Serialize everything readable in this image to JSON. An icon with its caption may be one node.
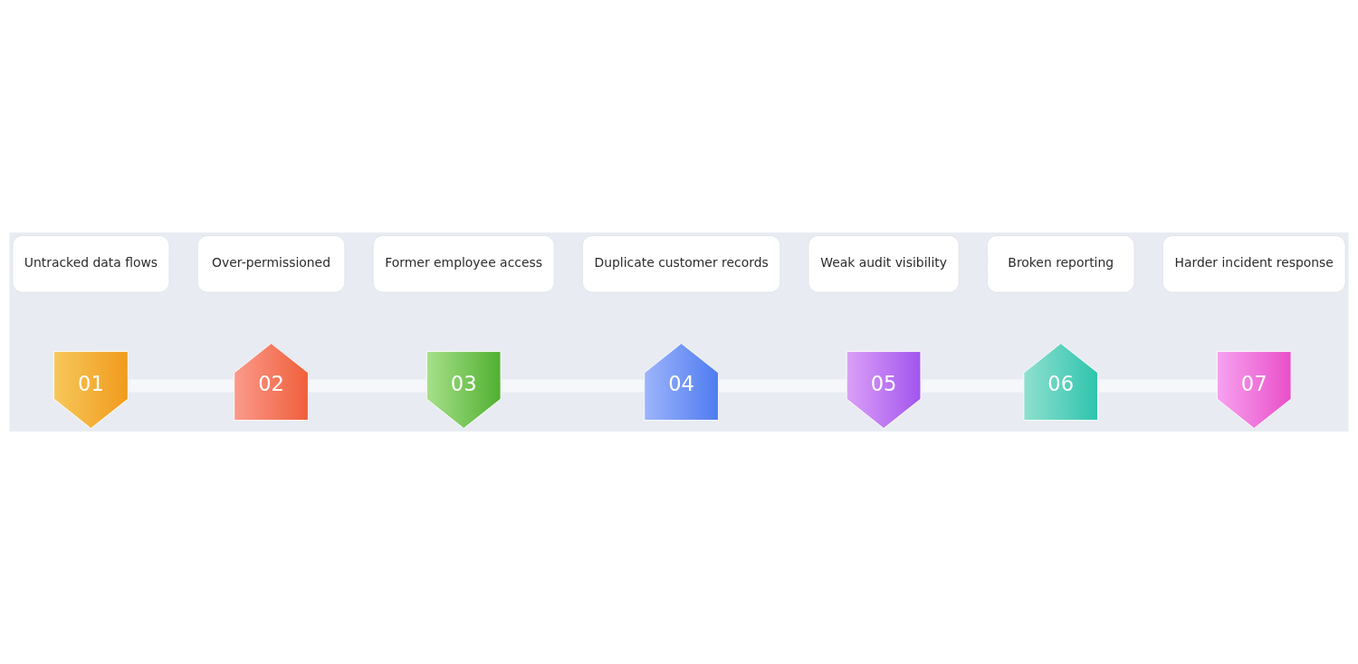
{
  "diagram": {
    "nodes": [
      {
        "text": [
          "Over-permissioned"
        ]
      },
      {
        "text": [
          "Duplicate customer records"
        ]
      },
      {
        "text": [
          "Broken reporting"
        ]
      },
      {
        "text": [
          "01"
        ]
      },
      {
        "text": [
          "02"
        ]
      },
      {
        "text": [
          "03"
        ]
      },
      {
        "text": [
          "04"
        ]
      },
      {
        "text": [
          "05"
        ]
      },
      {
        "text": [
          "06"
        ]
      },
      {
        "text": [
          "07"
        ]
      },
      {
        "text": [
          "Untracked data flows"
        ]
      },
      {
        "text": [
          "Former employee access"
        ]
      },
      {
        "text": [
          "Weak audit visibility"
        ]
      },
      {
        "text": [
          "Harder incident response"
        ]
      }
    ],
    "edges": [
      {
        "from": 3,
        "to": 4,
        "arrow": "none"
      },
      {
        "from": 4,
        "to": 5,
        "arrow": "none"
      },
      {
        "from": 5,
        "to": 6,
        "arrow": "none"
      },
      {
        "from": 6,
        "to": 7,
        "arrow": "none"
      },
      {
        "from": 7,
        "to": 8,
        "arrow": "none"
      },
      {
        "from": 8,
        "to": 9,
        "arrow": "none"
      }
    ]
  }
}
